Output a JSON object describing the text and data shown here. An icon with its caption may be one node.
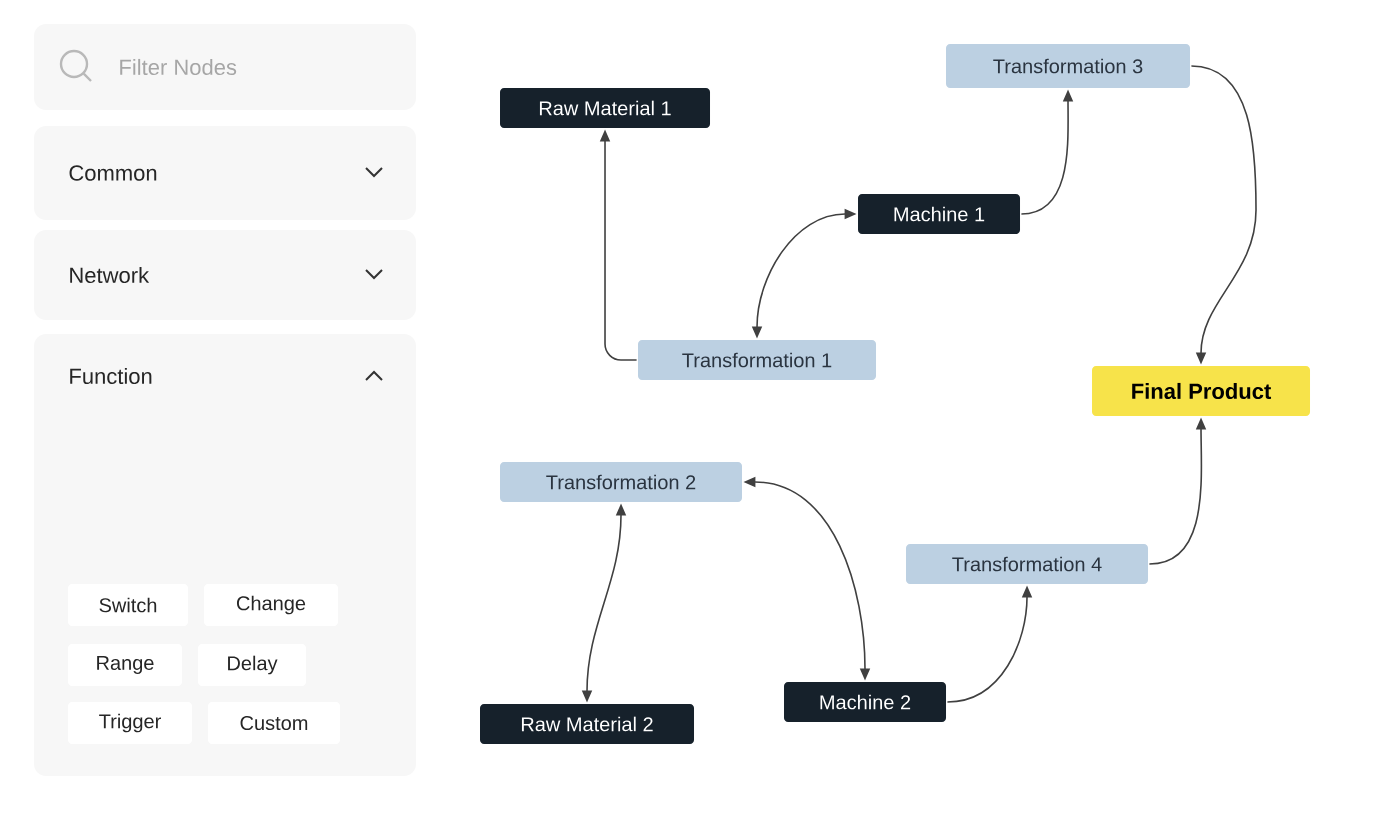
{
  "diagram": {
    "nodes": [
      {
        "text": [
          "Filter Nodes"
        ]
      },
      {
        "text": [
          "Common"
        ]
      },
      {
        "text": [
          "Network"
        ]
      },
      {
        "text": [
          "Function"
        ]
      },
      {
        "text": [
          "Switch"
        ],
        "in": 3
      },
      {
        "text": [
          "Change"
        ],
        "in": 3
      },
      {
        "text": [
          "Range"
        ],
        "in": 3
      },
      {
        "text": [
          "Delay"
        ],
        "in": 3
      },
      {
        "text": [
          "Trigger"
        ],
        "in": 3
      },
      {
        "text": [
          "Custom"
        ],
        "in": 3
      },
      {
        "text": [
          "Transformation 3"
        ]
      },
      {
        "text": [
          "Raw Material 1"
        ]
      },
      {
        "text": [
          "Machine 1"
        ]
      },
      {
        "text": [
          "Transformation 1"
        ]
      },
      {
        "text": [
          "Final Product"
        ]
      },
      {
        "text": [
          "Transformation 2"
        ]
      },
      {
        "text": [
          "Transformation 4"
        ]
      },
      {
        "text": [
          "Machine 2"
        ]
      },
      {
        "text": [
          "Raw Material 2"
        ]
      }
    ],
    "edges": [
      {
        "from": 13,
        "to": 11,
        "arrow": "to"
      },
      {
        "from": 13,
        "to": 12,
        "arrow": "both"
      },
      {
        "from": 12,
        "to": 10,
        "arrow": "to"
      },
      {
        "from": 10,
        "to": 14,
        "arrow": "to"
      },
      {
        "from": 18,
        "to": 15,
        "arrow": "both"
      },
      {
        "from": 15,
        "to": 17,
        "arrow": "both"
      },
      {
        "from": 17,
        "to": 16,
        "arrow": "to"
      },
      {
        "from": 16,
        "to": 14,
        "arrow": "to"
      }
    ]
  }
}
